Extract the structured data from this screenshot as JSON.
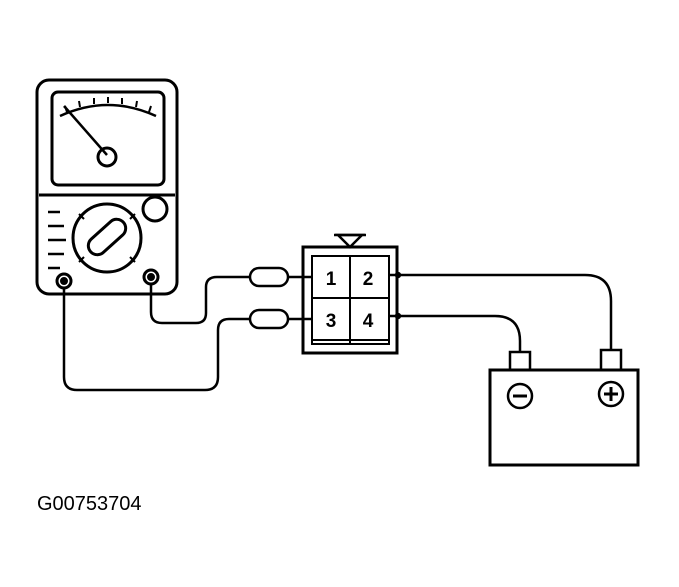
{
  "connector": {
    "pins": [
      "1",
      "2",
      "3",
      "4"
    ]
  },
  "battery": {
    "negative_symbol": "−",
    "positive_symbol": "+"
  },
  "figure_code": "G00753704",
  "colors": {
    "line": "#000000",
    "background": "#ffffff"
  }
}
